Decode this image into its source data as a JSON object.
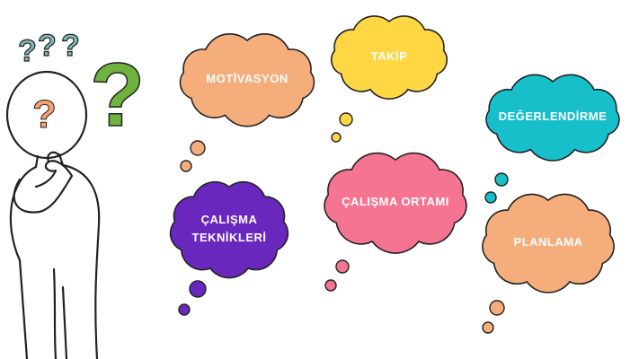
{
  "colors": {
    "orange": "#F5AD7B",
    "yellow": "#FFD745",
    "teal": "#17BFCA",
    "purple": "#6A27BE",
    "pink": "#F47492",
    "outline": "#222222",
    "question_teal": "#7FB9B7",
    "question_green": "#6FB33E",
    "question_orange": "#F2A26F"
  },
  "figure": {
    "icon": "thinking-person",
    "question_marks": [
      "?",
      "?",
      "?",
      "?",
      "?"
    ]
  },
  "clouds": [
    {
      "id": "motivasyon",
      "color": "orange",
      "lines": [
        "MOTİVASYON"
      ]
    },
    {
      "id": "takip",
      "color": "yellow",
      "lines": [
        "TAKİP"
      ]
    },
    {
      "id": "degerlendirme",
      "color": "teal",
      "lines": [
        "DEĞERLENDİRME"
      ]
    },
    {
      "id": "calisma-teknikleri",
      "color": "purple",
      "lines": [
        "ÇALIŞMA",
        "TEKNİKLERİ"
      ]
    },
    {
      "id": "calisma-ortami",
      "color": "pink",
      "lines": [
        "ÇALIŞMA ORTAMI"
      ]
    },
    {
      "id": "planlama",
      "color": "orange",
      "lines": [
        "PLANLAMA"
      ]
    }
  ]
}
